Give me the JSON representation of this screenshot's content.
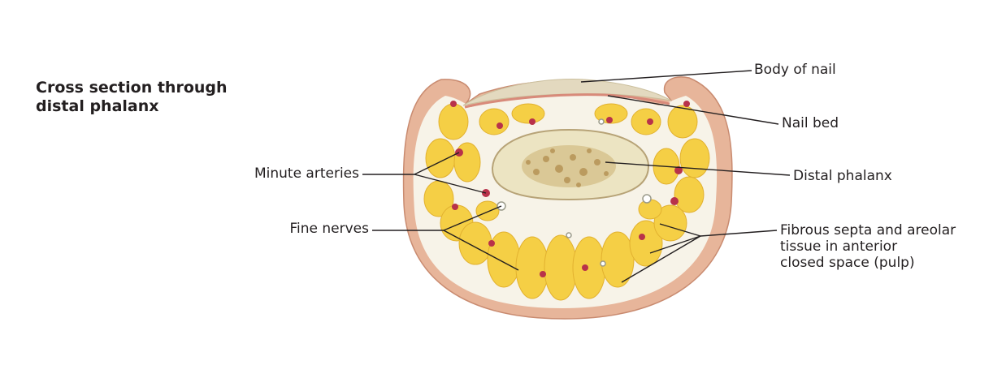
{
  "title": {
    "line1": "Cross section through",
    "line2": "distal phalanx"
  },
  "labels": {
    "body_of_nail": "Body of nail",
    "nail_bed": "Nail bed",
    "distal_phalanx": "Distal phalanx",
    "minute_arteries": "Minute arteries",
    "fine_nerves": "Fine nerves",
    "fibrous_septa_line1": "Fibrous septa and areolar",
    "fibrous_septa_line2": "tissue in anterior",
    "fibrous_septa_line3": "closed space (pulp)"
  },
  "colors": {
    "skin": "#e7b59a",
    "skin_edge": "#c98b70",
    "fat": "#f5cf45",
    "septa": "#f7f3e8",
    "bone": "#ece4c2",
    "marrow": "#b38f4e",
    "artery": "#b8324a",
    "nail": "#e3d9bf",
    "leader": "#231f20"
  }
}
